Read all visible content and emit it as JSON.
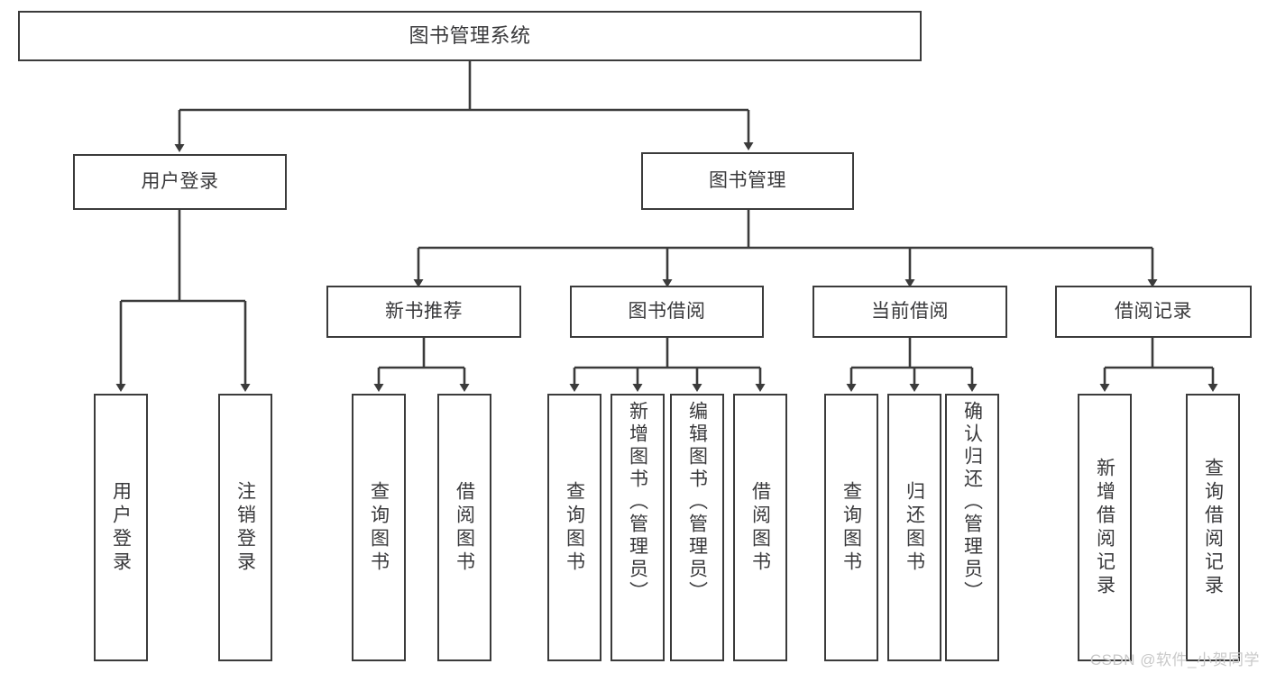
{
  "diagram": {
    "title": "图书管理系统",
    "type": "tree",
    "watermark": "CSDN @软件_小贺同学",
    "colors": {
      "stroke": "#3b3b3b",
      "text": "#39393b",
      "background": "#ffffff",
      "watermark": "#c9c9c9"
    },
    "root": {
      "label": "图书管理系统"
    },
    "level2": [
      {
        "label": "用户登录"
      },
      {
        "label": "图书管理"
      }
    ],
    "level3": [
      {
        "label": "新书推荐"
      },
      {
        "label": "图书借阅"
      },
      {
        "label": "当前借阅"
      },
      {
        "label": "借阅记录"
      }
    ],
    "leaves": {
      "user_login": [
        {
          "label": "用户登录"
        },
        {
          "label": "注销登录"
        }
      ],
      "new_book": [
        {
          "label": "查询图书"
        },
        {
          "label": "借阅图书"
        }
      ],
      "borrow_book": [
        {
          "label": "查询图书"
        },
        {
          "label": "新增图书（管理员）"
        },
        {
          "label": "编辑图书（管理员）"
        },
        {
          "label": "借阅图书"
        }
      ],
      "current_borrow": [
        {
          "label": "查询图书"
        },
        {
          "label": "归还图书"
        },
        {
          "label": "确认归还（管理员）"
        }
      ],
      "borrow_record": [
        {
          "label": "新增借阅记录"
        },
        {
          "label": "查询借阅记录"
        }
      ]
    }
  }
}
